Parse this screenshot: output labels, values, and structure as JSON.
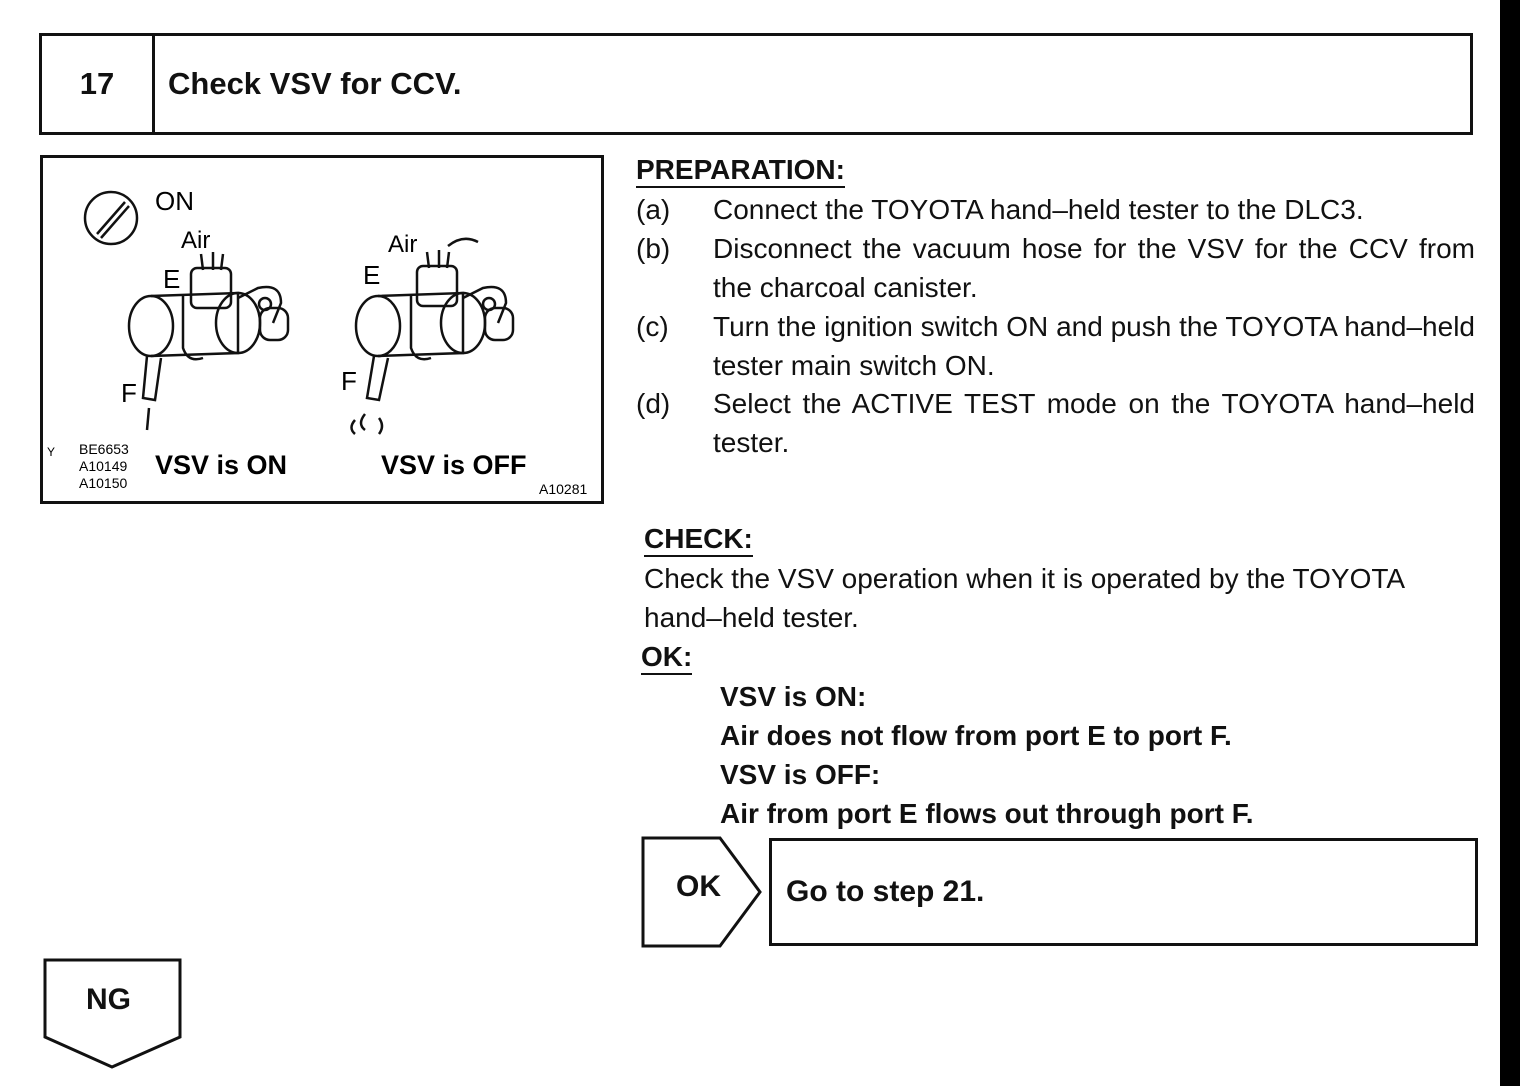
{
  "header": {
    "step_number": "17",
    "title": "Check VSV for CCV."
  },
  "figure": {
    "switch_label": "ON",
    "air_label_left": "Air",
    "air_label_right": "Air",
    "port_e_left": "E",
    "port_e_right": "E",
    "port_f_left": "F",
    "port_f_right": "F",
    "caption_on": "VSV is ON",
    "caption_off": "VSV is OFF",
    "ref_y": "Y",
    "ref_codes": [
      "BE6653",
      "A10149",
      "A10150"
    ],
    "ref_main": "A10281"
  },
  "preparation": {
    "heading": "PREPARATION:",
    "steps": [
      {
        "letter": "(a)",
        "text": "Connect the TOYOTA hand–held tester to the DLC3."
      },
      {
        "letter": "(b)",
        "text": "Disconnect the vacuum hose for the VSV for the CCV from the charcoal canister."
      },
      {
        "letter": "(c)",
        "text": "Turn the ignition switch ON and push the TOYOTA hand–held tester main switch ON."
      },
      {
        "letter": "(d)",
        "text": "Select the ACTIVE TEST mode on the TOYOTA hand–held tester."
      }
    ]
  },
  "check": {
    "heading": "CHECK:",
    "text": "Check the VSV operation when it is operated by the TOYOTA hand–held tester."
  },
  "ok": {
    "heading": "OK:",
    "lines": [
      "VSV is ON:",
      "Air does not flow from port E to port F.",
      "VSV is OFF:",
      "Air from port E flows out through port F."
    ]
  },
  "flow": {
    "ok_label": "OK",
    "ok_action": "Go to step 21.",
    "ng_label": "NG"
  }
}
